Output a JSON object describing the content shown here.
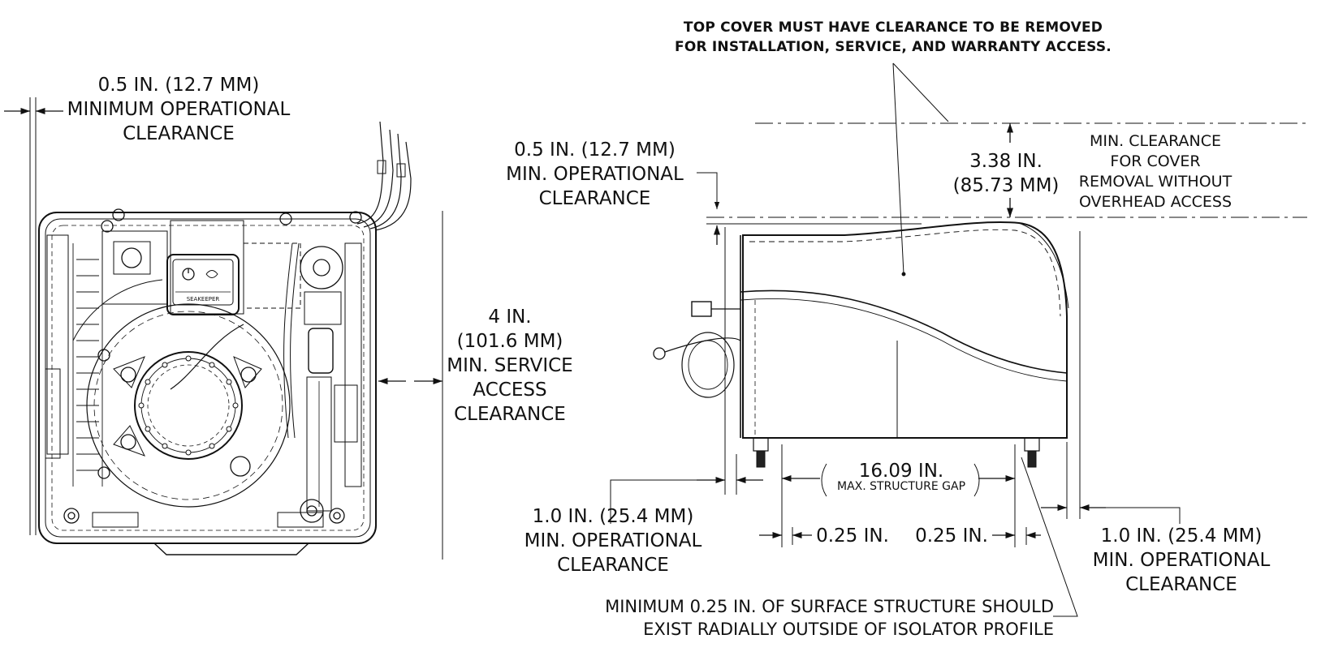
{
  "left_view": {
    "top_clearance": [
      "0.5 IN. (12.7 MM)",
      "MINIMUM OPERATIONAL",
      "CLEARANCE"
    ],
    "service_clearance": [
      "4 IN.",
      "(101.6 MM)",
      "MIN. SERVICE",
      "ACCESS",
      "CLEARANCE"
    ],
    "panel_brand": "SEAKEEPER"
  },
  "right_view": {
    "cover_note": [
      "TOP COVER MUST HAVE CLEARANCE TO BE REMOVED",
      "FOR INSTALLATION, SERVICE, AND WARRANTY ACCESS."
    ],
    "op_clearance_top": [
      "0.5 IN. (12.7 MM)",
      "MIN. OPERATIONAL",
      "CLEARANCE"
    ],
    "cover_height": [
      "3.38 IN.",
      "(85.73 MM)"
    ],
    "cover_removal_note": [
      "MIN. CLEARANCE",
      "FOR COVER",
      "REMOVAL WITHOUT",
      "OVERHEAD ACCESS"
    ],
    "structure_gap": "16.09 IN.",
    "structure_gap_note": "MAX. STRUCTURE GAP",
    "left_offset": "0.25 IN.",
    "right_offset": "0.25 IN.",
    "op_clearance_left": [
      "1.0 IN. (25.4 MM)",
      "MIN. OPERATIONAL",
      "CLEARANCE"
    ],
    "op_clearance_right": [
      "1.0 IN. (25.4 MM)",
      "MIN. OPERATIONAL",
      "CLEARANCE"
    ],
    "surface_note": [
      "MINIMUM  0.25 IN. OF SURFACE STRUCTURE SHOULD",
      "EXIST RADIALLY OUTSIDE OF ISOLATOR PROFILE"
    ]
  }
}
